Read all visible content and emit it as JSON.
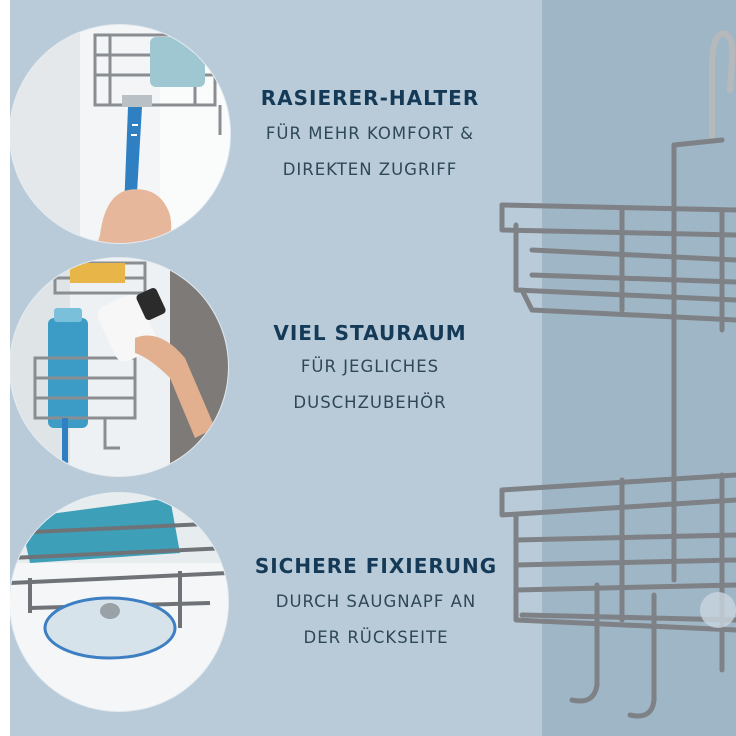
{
  "features": [
    {
      "title": "RASIERER-HALTER",
      "lines": [
        "FÜR MEHR KOMFORT &",
        "DIREKTEN ZUGRIFF"
      ]
    },
    {
      "title": "VIEL STAURAUM",
      "lines": [
        "FÜR JEGLICHES",
        "DUSCHZUBEHÖR"
      ]
    },
    {
      "title": "SICHERE FIXIERUNG",
      "lines": [
        "DURCH SAUGNAPF AN",
        "DER RÜCKSEITE"
      ]
    }
  ],
  "colors": {
    "left_background": "#b9cbd9",
    "right_background": "#9fb6c7",
    "title": "#143a57",
    "text": "#2f4858",
    "metal": "#7e8286"
  }
}
